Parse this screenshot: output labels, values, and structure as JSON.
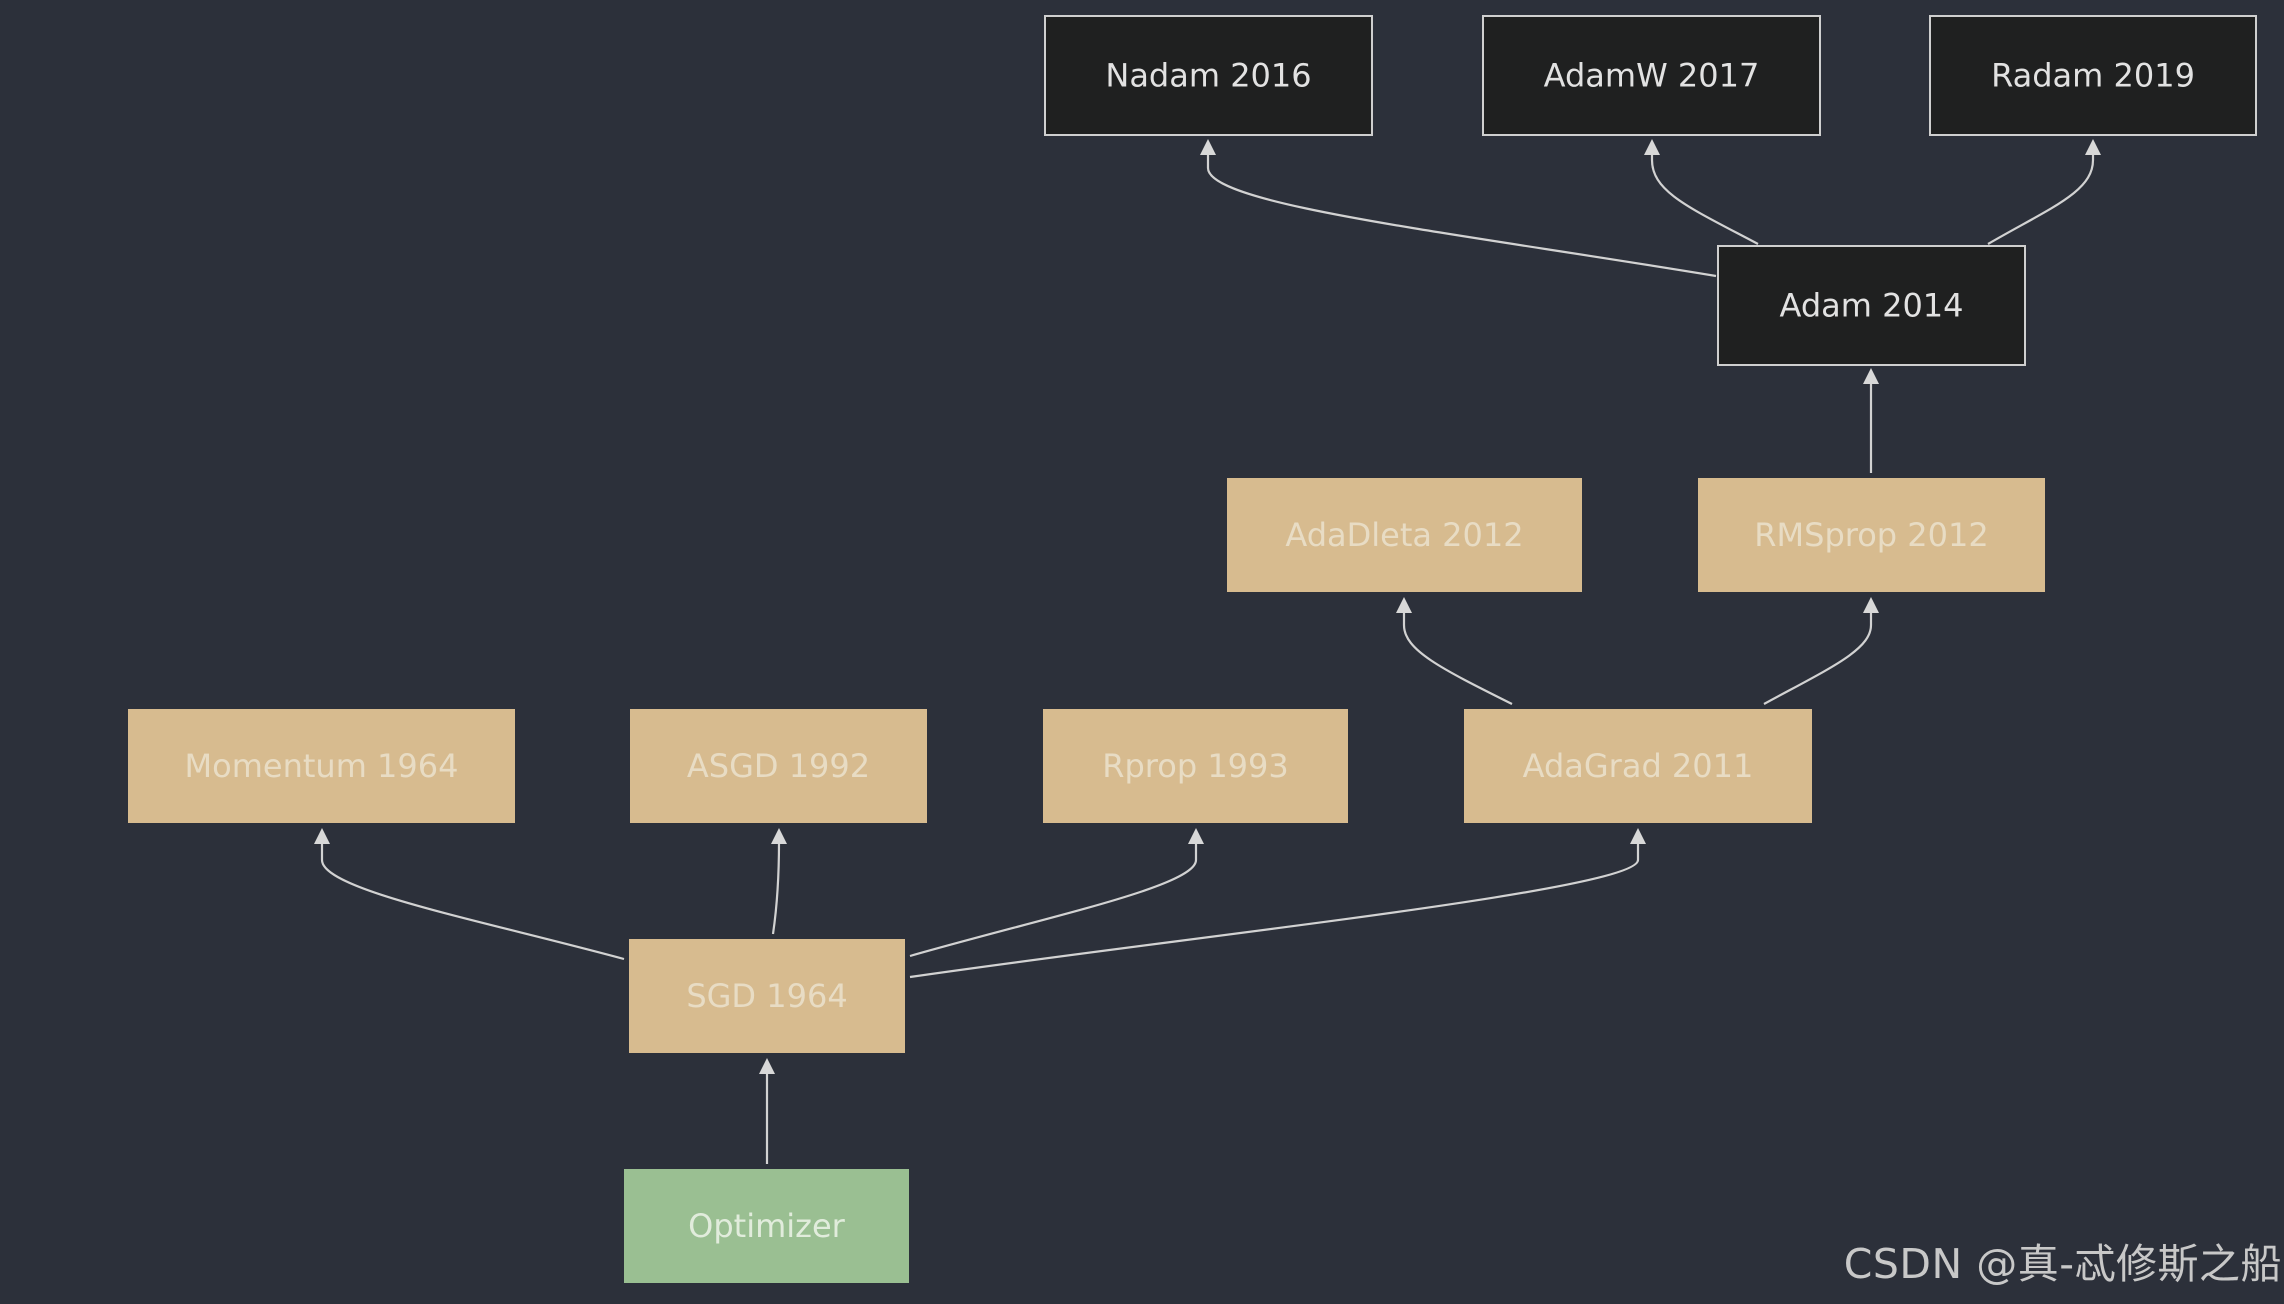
{
  "diagram": {
    "type": "flowchart",
    "nodes": [
      {
        "id": "nadam",
        "label": "Nadam 2016",
        "style": "dark"
      },
      {
        "id": "adamw",
        "label": "AdamW 2017",
        "style": "dark"
      },
      {
        "id": "radam",
        "label": "Radam 2019",
        "style": "dark"
      },
      {
        "id": "adam",
        "label": "Adam 2014",
        "style": "dark"
      },
      {
        "id": "adadelta",
        "label": "AdaDleta 2012",
        "style": "tan"
      },
      {
        "id": "rmsprop",
        "label": "RMSprop 2012",
        "style": "tan"
      },
      {
        "id": "momentum",
        "label": "Momentum 1964",
        "style": "tan"
      },
      {
        "id": "asgd",
        "label": "ASGD 1992",
        "style": "tan"
      },
      {
        "id": "rprop",
        "label": "Rprop 1993",
        "style": "tan"
      },
      {
        "id": "adagrad",
        "label": "AdaGrad 2011",
        "style": "tan"
      },
      {
        "id": "sgd",
        "label": "SGD 1964",
        "style": "tan"
      },
      {
        "id": "optimizer",
        "label": "Optimizer",
        "style": "green"
      }
    ],
    "edges": [
      {
        "from": "optimizer",
        "to": "sgd"
      },
      {
        "from": "sgd",
        "to": "momentum"
      },
      {
        "from": "sgd",
        "to": "asgd"
      },
      {
        "from": "sgd",
        "to": "rprop"
      },
      {
        "from": "sgd",
        "to": "adagrad"
      },
      {
        "from": "adagrad",
        "to": "adadelta"
      },
      {
        "from": "adagrad",
        "to": "rmsprop"
      },
      {
        "from": "rmsprop",
        "to": "adam"
      },
      {
        "from": "adam",
        "to": "nadam"
      },
      {
        "from": "adam",
        "to": "adamw"
      },
      {
        "from": "adam",
        "to": "radam"
      }
    ]
  },
  "styles": {
    "background": "#2c303a",
    "dark_fill": "#1f2020",
    "dark_stroke": "#cfcfcf",
    "dark_text": "#e2e2e2",
    "tan_fill": "#d7bb8f",
    "tan_text": "#e8dcc4",
    "green_fill": "#9abf92",
    "green_text": "#e1ecdc",
    "edge_color": "#d2d2d2"
  },
  "watermark": "CSDN @真-忒修斯之船"
}
